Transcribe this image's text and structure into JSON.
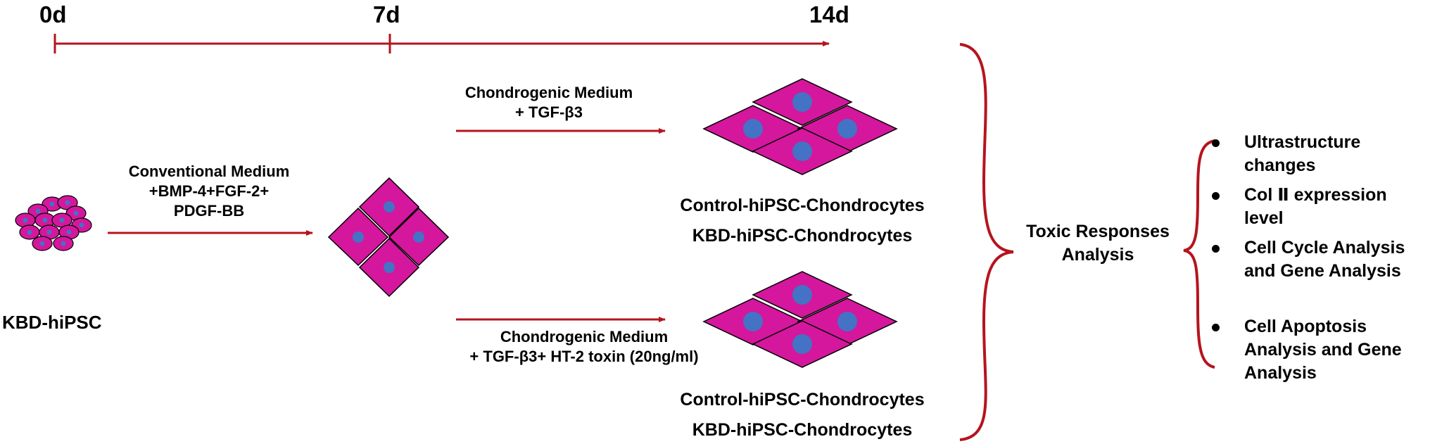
{
  "timeline": {
    "labels": [
      "0d",
      "7d",
      "14d"
    ]
  },
  "colors": {
    "arrow": "#b5141e",
    "cell_fill": "#d4179d",
    "nucleus": "#4472c4",
    "outline": "#000000"
  },
  "steps": {
    "start_label": "KBD-hiPSC",
    "conventional_medium": [
      "Conventional Medium",
      "+BMP-4+FGF-2+",
      "PDGF-BB"
    ],
    "branch_top_medium": [
      "Chondrogenic Medium",
      "+ TGF-β3"
    ],
    "branch_bottom_medium": [
      "Chondrogenic Medium",
      "+ TGF-β3+ HT-2 toxin (20ng/ml)"
    ],
    "top_result": [
      "Control-hiPSC-Chondrocytes",
      "KBD-hiPSC-Chondrocytes"
    ],
    "bottom_result": [
      "Control-hiPSC-Chondrocytes",
      "KBD-hiPSC-Chondrocytes"
    ]
  },
  "analysis": {
    "title": [
      "Toxic Responses",
      "Analysis"
    ],
    "items": [
      [
        "Ultrastructure",
        "changes"
      ],
      [
        "Col Ⅱ expression",
        "level"
      ],
      [
        "Cell Cycle Analysis",
        "and Gene Analysis"
      ],
      [
        "Cell Apoptosis",
        "Analysis and Gene",
        "Analysis"
      ]
    ]
  }
}
